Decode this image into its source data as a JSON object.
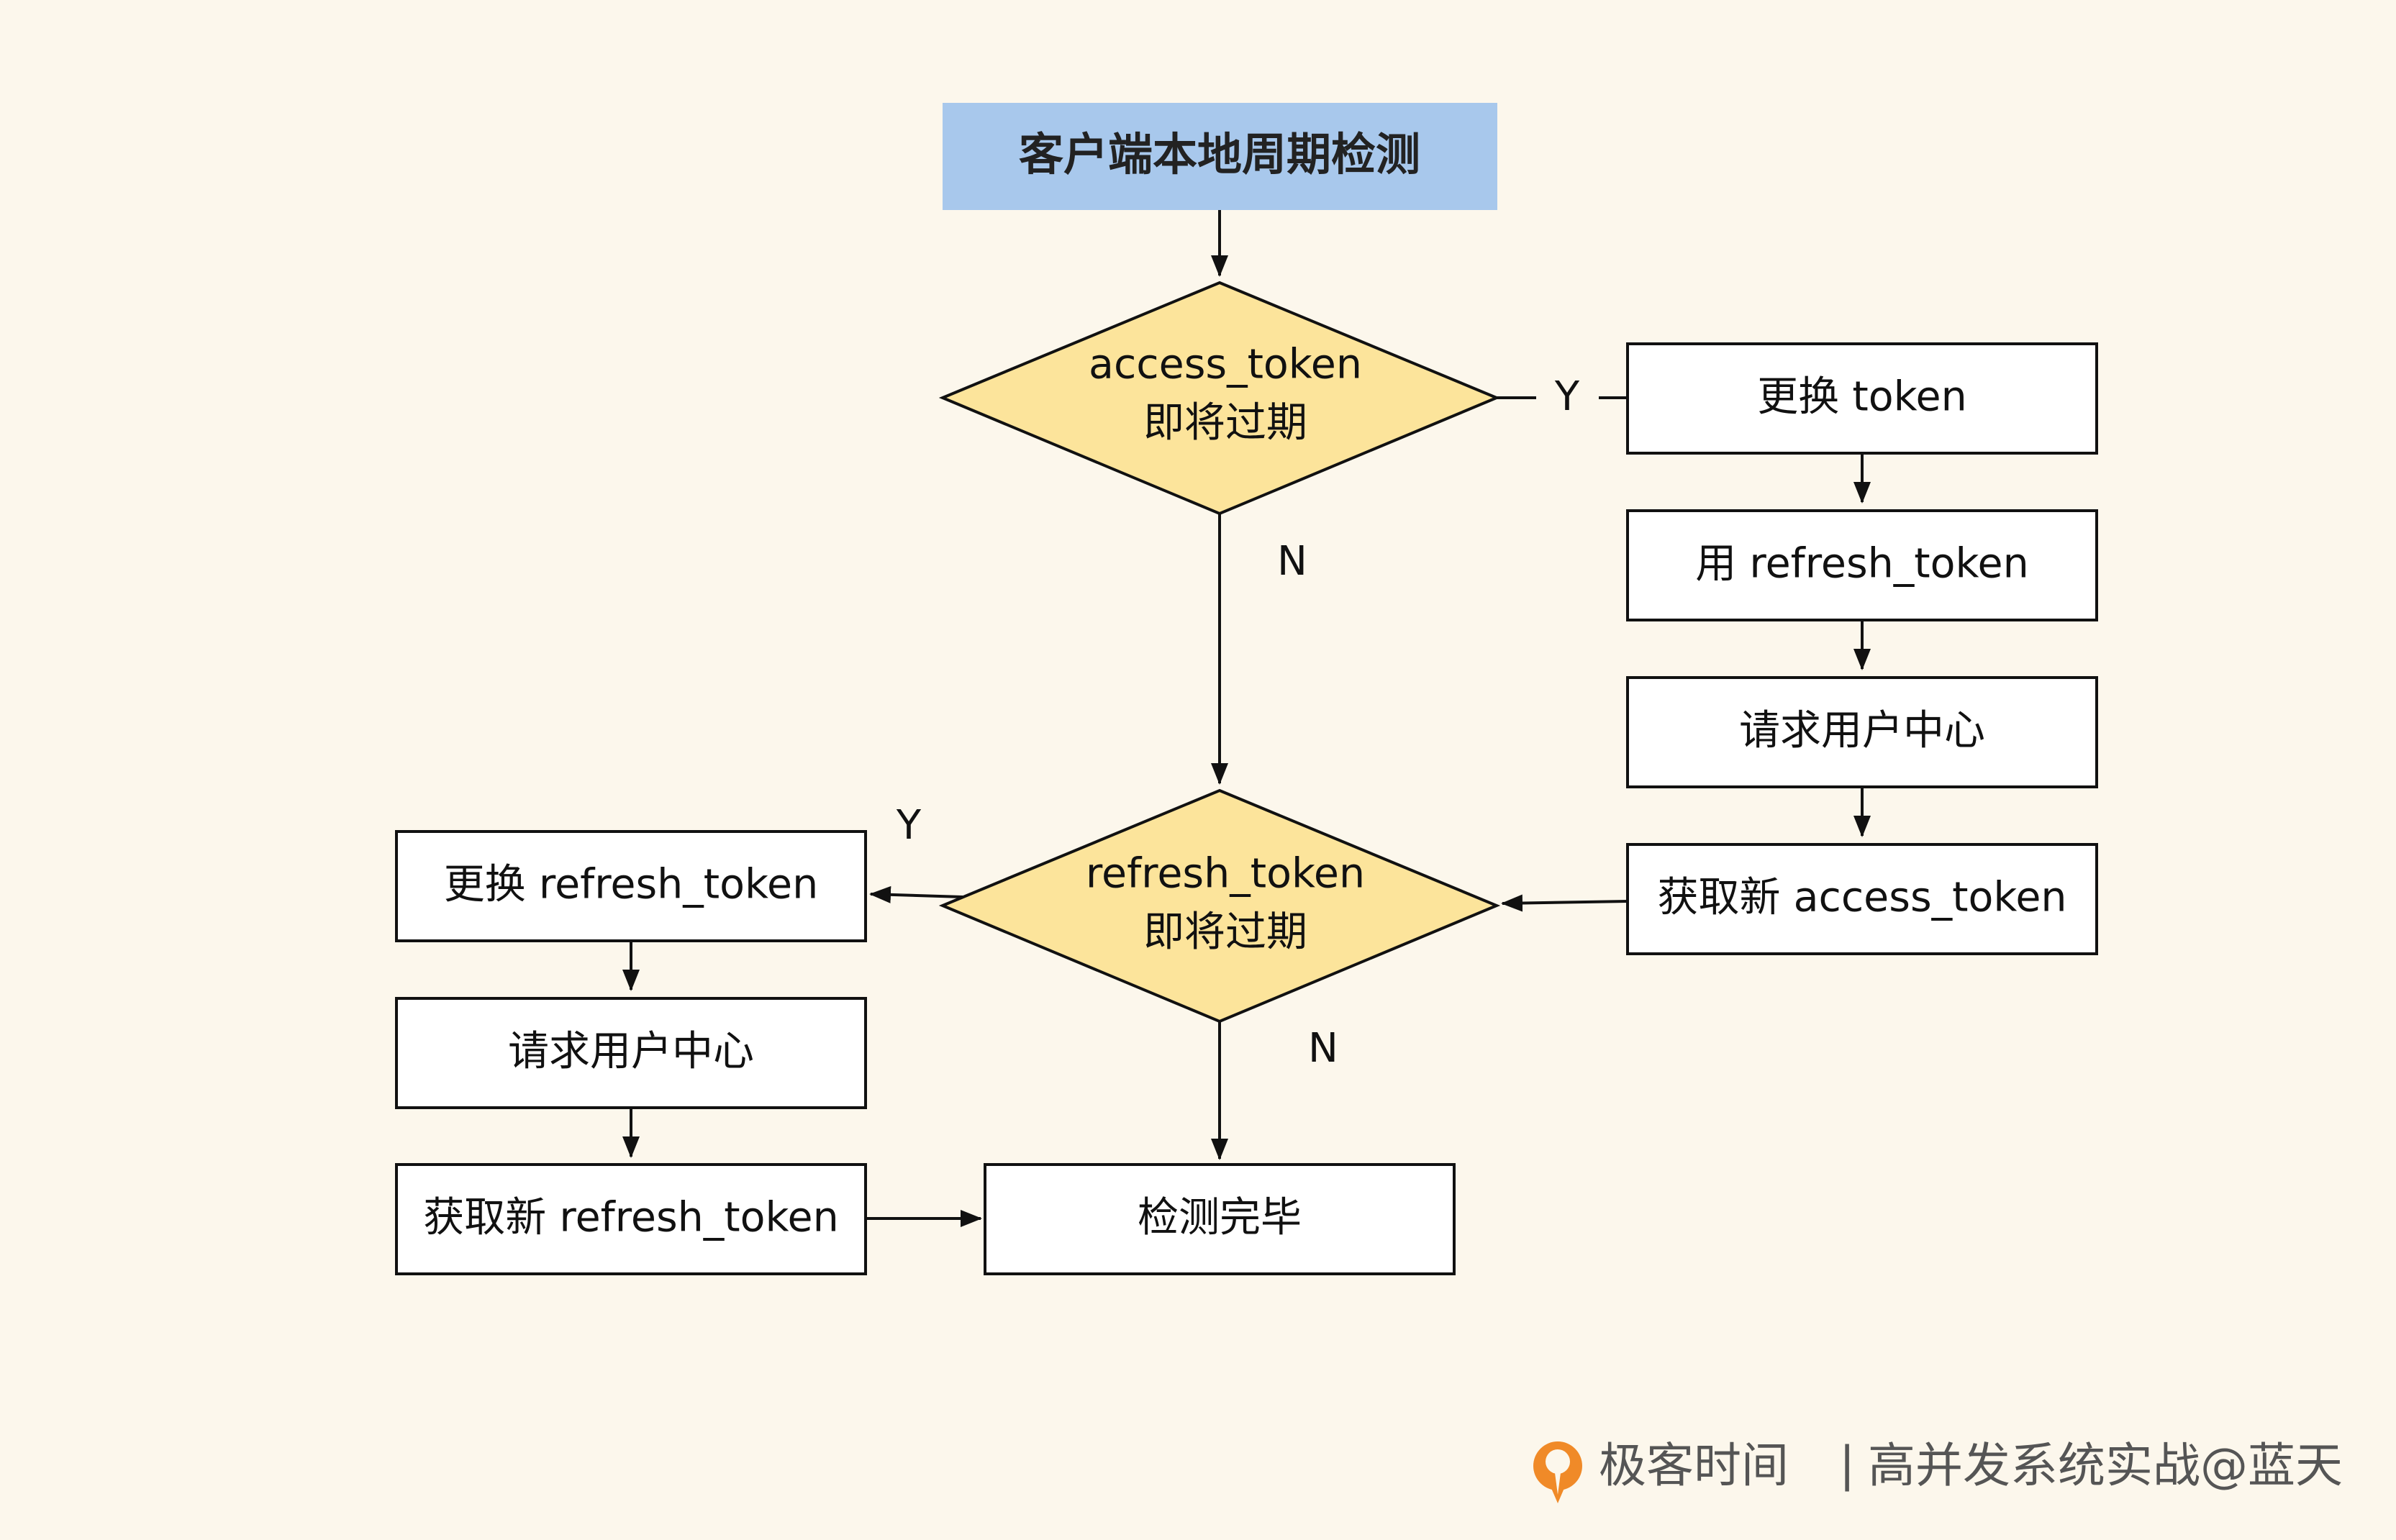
{
  "colors": {
    "background": "#fcf7ec",
    "start_fill": "#a8c8ec",
    "decision_fill": "#fce49b",
    "box_fill": "#ffffff",
    "stroke": "#111111",
    "logo_orange": "#f08a28",
    "watermark_text": "#555555"
  },
  "start": {
    "label": "客户端本地周期检测"
  },
  "decision_access": {
    "line1": "access_token",
    "line2": "即将过期"
  },
  "decision_refresh": {
    "line1": "refresh_token",
    "line2": "即将过期"
  },
  "right_branch": {
    "step1": "更换 token",
    "step2": "用 refresh_token",
    "step3": "请求用户中心",
    "step4": "获取新 access_token"
  },
  "left_branch": {
    "step1": "更换 refresh_token",
    "step2": "请求用户中心",
    "step3": "获取新 refresh_token"
  },
  "end": {
    "label": "检测完毕"
  },
  "edge_labels": {
    "access_yes": "Y",
    "access_no": "N",
    "refresh_yes": "Y",
    "refresh_no": "N"
  },
  "watermark": {
    "logo_icon": "geektime-logo-icon",
    "brand": "极客时间",
    "separator": "|",
    "course": "高并发系统实战@蓝天"
  }
}
